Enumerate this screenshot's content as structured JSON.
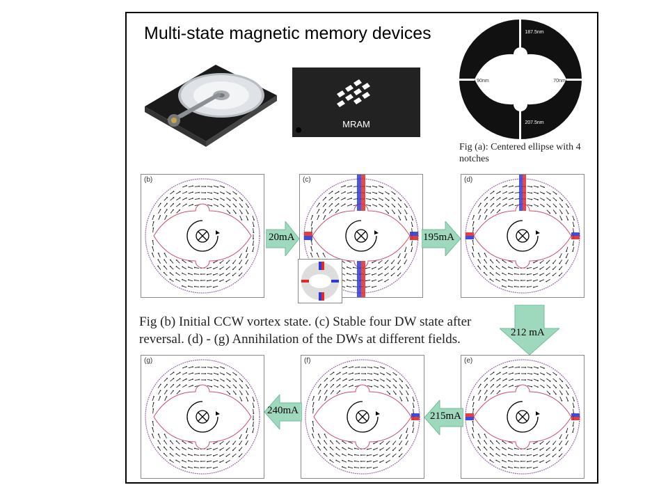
{
  "title": "Multi-state magnetic memory devices",
  "chip_label": "MRAM",
  "ellipse_dims": {
    "top": "187.5nm",
    "bottom": "207.5nm",
    "left": "90nm",
    "right": "70nm"
  },
  "caption_a": "Fig     (a): Centered ellipse with 4 notches",
  "caption_main": "Fig     (b) Initial CCW vortex state. (c) Stable four DW state after reversal. (d) - (g) Annihilation of the DWs at different fields.",
  "panel_labels": {
    "b": "(b)",
    "c": "(c)",
    "d": "(d)",
    "e": "(e)",
    "f": "(f)",
    "g": "(g)"
  },
  "currents": {
    "b_to_c": "20mA",
    "c_to_d": "195mA",
    "d_to_e": "212 mA",
    "e_to_f": "215mA",
    "f_to_g": "240mA"
  },
  "colors": {
    "arrow_fill": "#9ed9bd",
    "arrow_stroke": "#6fbf9a",
    "dw_red": "#e02a2a",
    "dw_blue": "#2a3ad8",
    "ring_dark": "#111111"
  },
  "icons": {
    "core": "out-of-plane-core-icon",
    "swirl": "ccw-vortex-arrow-icon"
  }
}
